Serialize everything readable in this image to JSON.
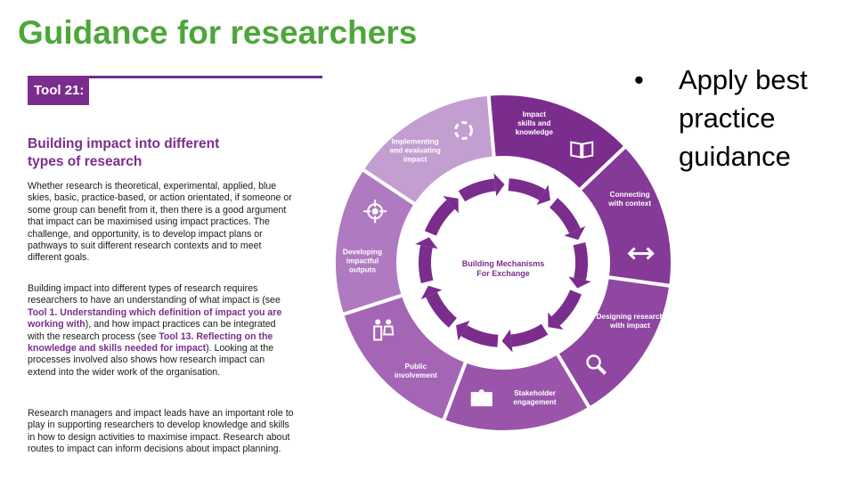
{
  "slide": {
    "title": "Guidance for researchers",
    "bullet_symbol": "•",
    "bullet_text": "Apply best practice guidance"
  },
  "document": {
    "tool_label": "Tool 21:",
    "heading": "Building impact into different types of research",
    "para1": "Whether research is theoretical, experimental, applied, blue skies, basic, practice-based, or action orientated, if someone or some group can benefit from it, then there is a good argument that impact can be maximised using impact practices. The challenge, and opportunity, is to develop impact plans or pathways to suit different research contexts and to meet different goals.",
    "para2_a": "Building impact into different types of research requires researchers to have an understanding of what impact is (see ",
    "para2_ref1": "Tool 1. Understanding which definition of impact you are working with",
    "para2_b": "), and how impact practices can be integrated with the research process (see ",
    "para2_ref2": "Tool 13. Reflecting on the knowledge and skills needed for impact",
    "para2_c": "). Looking at the processes involved also shows how research impact can extend into the wider work of the organisation.",
    "para3": "Research managers and impact leads have an important role to play in supporting researchers to develop knowledge and skills in how to design activities to maximise impact. Research about routes to impact can inform decisions about impact planning."
  },
  "diagram": {
    "centre_line1": "Building Mechanisms",
    "centre_line2": "For Exchange",
    "segments": [
      {
        "line1": "Impact",
        "line2": "skills and",
        "line3": "knowledge",
        "icon": "book-icon",
        "color": "#7b2d8e"
      },
      {
        "line1": "Connecting",
        "line2": "with context",
        "line3": "",
        "icon": "double-arrow-icon",
        "color": "#853a98"
      },
      {
        "line1": "Designing research",
        "line2": "with impact",
        "line3": "",
        "icon": "magnifier-icon",
        "color": "#8f47a1"
      },
      {
        "line1": "Stakeholder",
        "line2": "engagement",
        "line3": "",
        "icon": "puzzle-icon",
        "color": "#9a55ab"
      },
      {
        "line1": "Public",
        "line2": "involvement",
        "line3": "",
        "icon": "people-icon",
        "color": "#a565b5"
      },
      {
        "line1": "Developing",
        "line2": "impactful",
        "line3": "outputs",
        "icon": "target-icon",
        "color": "#b07ac0"
      },
      {
        "line1": "Implementing",
        "line2": "and evaluating",
        "line3": "impact",
        "icon": "cycle-icon",
        "color": "#c29fd0"
      }
    ]
  }
}
